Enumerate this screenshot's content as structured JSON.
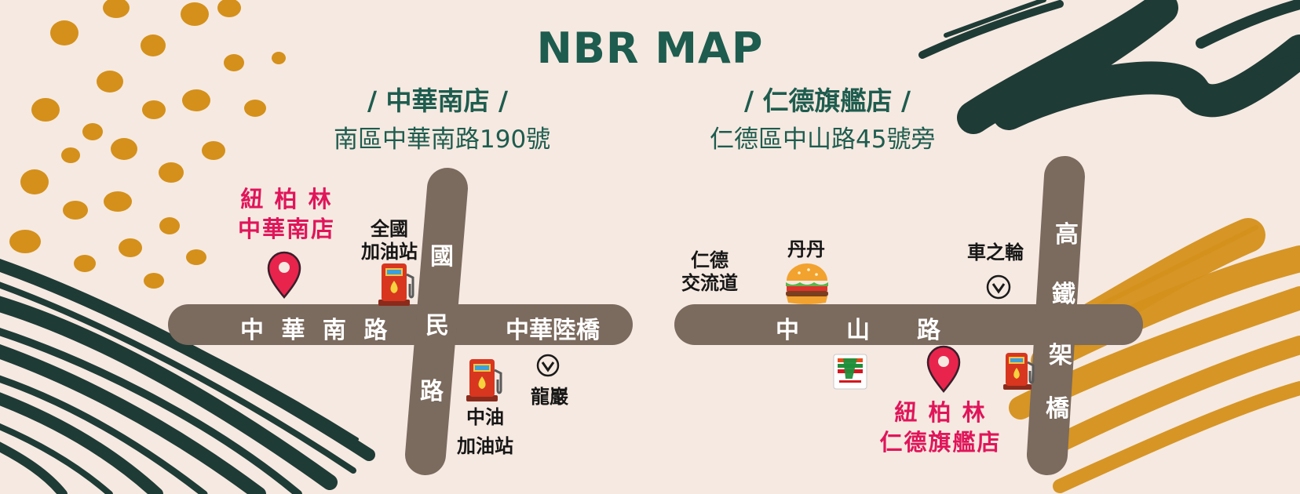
{
  "title": "NBR MAP",
  "stores": [
    {
      "heading": "/ 中華南店 /",
      "address": "南區中華南路190號",
      "pin_label_line1": "紐 柏 林",
      "pin_label_line2": "中華南店",
      "roads": {
        "main": "中 華 南 路",
        "main_right": "中華陸橋",
        "cross": [
          "國",
          "民",
          "路"
        ]
      },
      "landmarks": {
        "gas_top_line1": "全國",
        "gas_top_line2": "加油站",
        "gas_bottom_line1": "中油",
        "gas_bottom_line2": "加油站",
        "turn": "龍巖"
      }
    },
    {
      "heading": "/ 仁德旗艦店 /",
      "address": "仁德區中山路45號旁",
      "pin_label_line1": "紐 柏 林",
      "pin_label_line2": "仁德旗艦店",
      "roads": {
        "main": "中　　山　　路",
        "cross": [
          "高",
          "鐵",
          "架",
          "橋"
        ]
      },
      "landmarks": {
        "interchange_line1": "仁德",
        "interchange_line2": "交流道",
        "burger": "丹丹",
        "turn": "車之輪"
      }
    }
  ],
  "icons": {
    "pin": "map-pin-icon",
    "gas": "gas-station-icon",
    "burger": "burger-icon",
    "turn": "down-chevron-circle-icon",
    "store": "seven-eleven-logo"
  },
  "colors": {
    "background": "#f6e9e1",
    "heading": "#1d5c4e",
    "road": "#7b6a5e",
    "pink": "#e0155a",
    "dark_stroke": "#1f3b36",
    "mustard": "#d4901a"
  }
}
